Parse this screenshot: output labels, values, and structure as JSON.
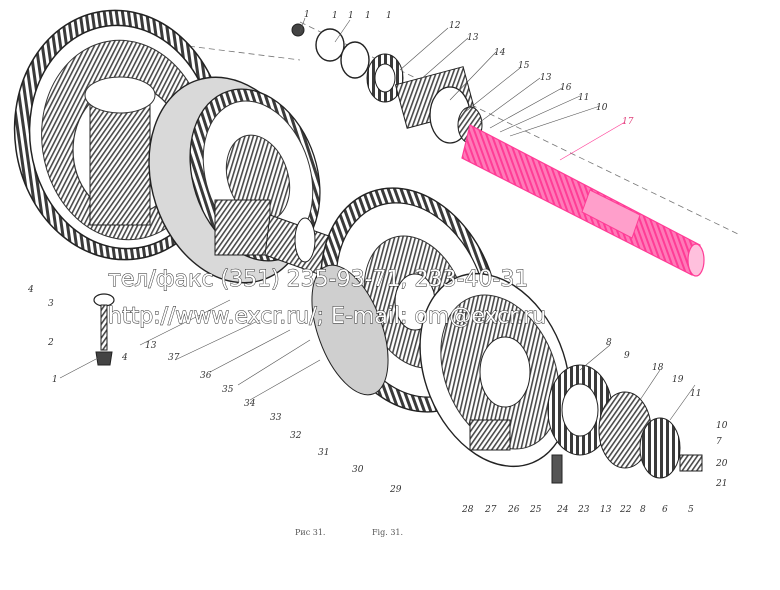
{
  "colors": {
    "ink": "#2a2a2a",
    "shade": "#6b6b6b",
    "highlight": "#ff3c96",
    "paper": "#ffffff"
  },
  "watermark": {
    "line1": "тел/факс (351) 235-93-71, 233-40-31",
    "line2": "http://www.excr.ru/; E-mail: om@excr.ru"
  },
  "captions": {
    "ru": "Рис 31.",
    "en": "Fig. 31."
  },
  "highlighted_part": "17",
  "labels": {
    "top": [
      "1",
      "1",
      "1",
      "1",
      "1",
      "12",
      "13",
      "14",
      "15",
      "13",
      "16",
      "11",
      "10",
      "17"
    ],
    "left": [
      "4",
      "3",
      "2",
      "1",
      "4",
      "13",
      "37",
      "36",
      "35",
      "34",
      "33",
      "32",
      "31",
      "30",
      "29"
    ],
    "right": [
      "8",
      "9",
      "18",
      "19",
      "11",
      "10",
      "7",
      "20",
      "21"
    ],
    "bottom": [
      "28",
      "27",
      "26",
      "25",
      "24",
      "23",
      "13",
      "22",
      "8",
      "6",
      "5"
    ]
  }
}
